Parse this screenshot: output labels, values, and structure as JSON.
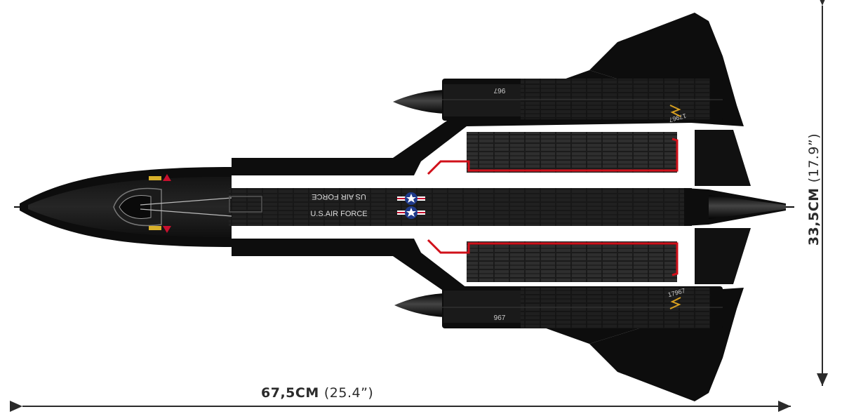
{
  "dimensions": {
    "width_metric": "67,5",
    "width_metric_unit": "CM",
    "width_imperial": "(25.4”)",
    "height_metric": "33,5",
    "height_metric_unit": "CM",
    "height_imperial": "(17.9”)"
  },
  "aircraft_markings": {
    "fuselage_text_top": "US AIR FORCE",
    "fuselage_text_bottom": "U.S.AIR FORCE",
    "tail_number_engine": "967",
    "tail_number_fin": "17967"
  },
  "colors": {
    "aircraft_body": "#0d0d0d",
    "panel_lines": "#2a2a2a",
    "red_trim": "#d0101a",
    "dimension_lines": "#2b2b2b",
    "roundel_blue": "#1f3a8a",
    "roundel_red": "#c8102e"
  }
}
